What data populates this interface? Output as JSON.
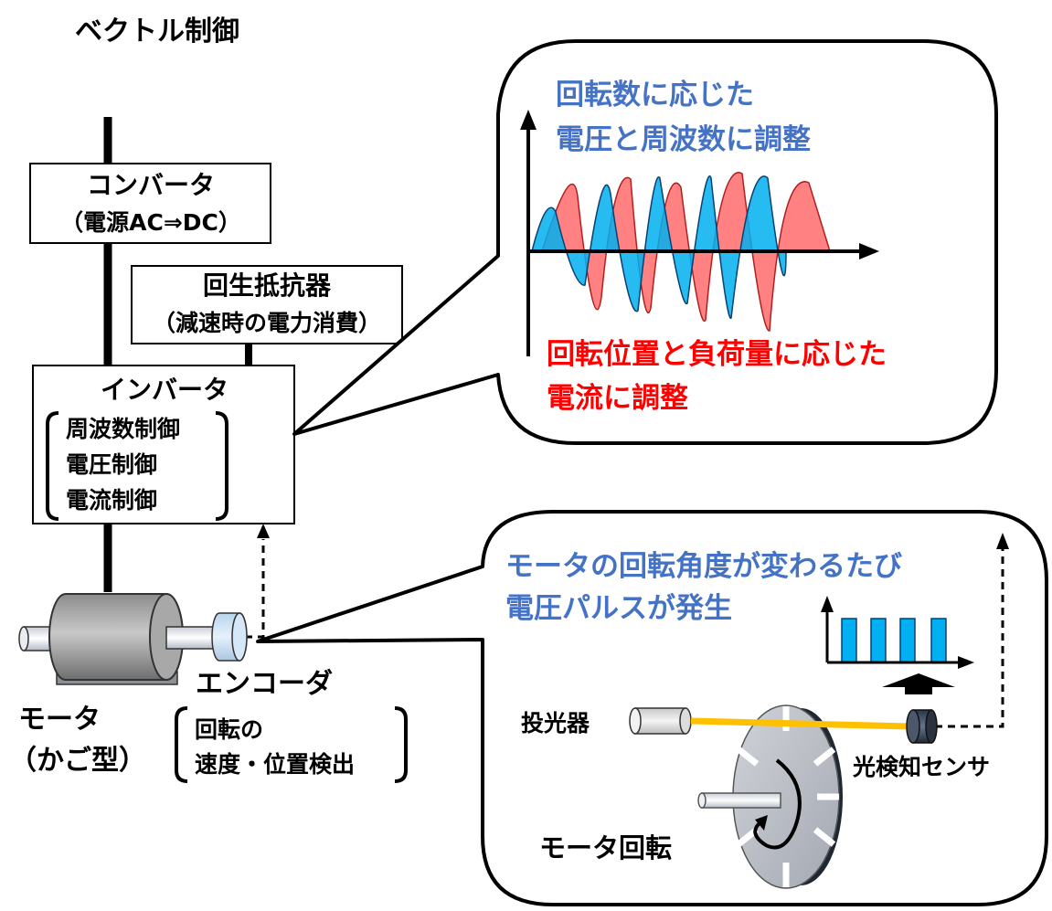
{
  "title": "ベクトル制御",
  "converter": {
    "line1": "コンバータ",
    "line2": "（電源AC⇒DC）"
  },
  "regen": {
    "line1": "回生抵抗器",
    "line2": "（減速時の電力消費）"
  },
  "inverter": {
    "title": "インバータ",
    "items": [
      "周波数制御",
      "電圧制御",
      "電流制御"
    ]
  },
  "motor": {
    "line1": "モータ",
    "line2": "（かご型）"
  },
  "encoder": {
    "title": "エンコーダ",
    "desc1": "回転の",
    "desc2": "速度・位置検出"
  },
  "wave_callout": {
    "blue1": "回転数に応じた",
    "blue2": "電圧と周波数に調整",
    "red1": "回転位置と負荷量に応じた",
    "red2": "電流に調整"
  },
  "encoder_callout": {
    "blue1": "モータの回転角度が変わるたび",
    "blue2": "電圧パルスが発生",
    "emitter": "投光器",
    "sensor": "光検知センサ",
    "rotation": "モータ回転"
  },
  "colors": {
    "blue_text": "#4472c4",
    "red_text": "#ff0000",
    "wave_blue": "#00b0f0",
    "wave_red": "#ff6b6b",
    "beam": "#ffc000"
  }
}
